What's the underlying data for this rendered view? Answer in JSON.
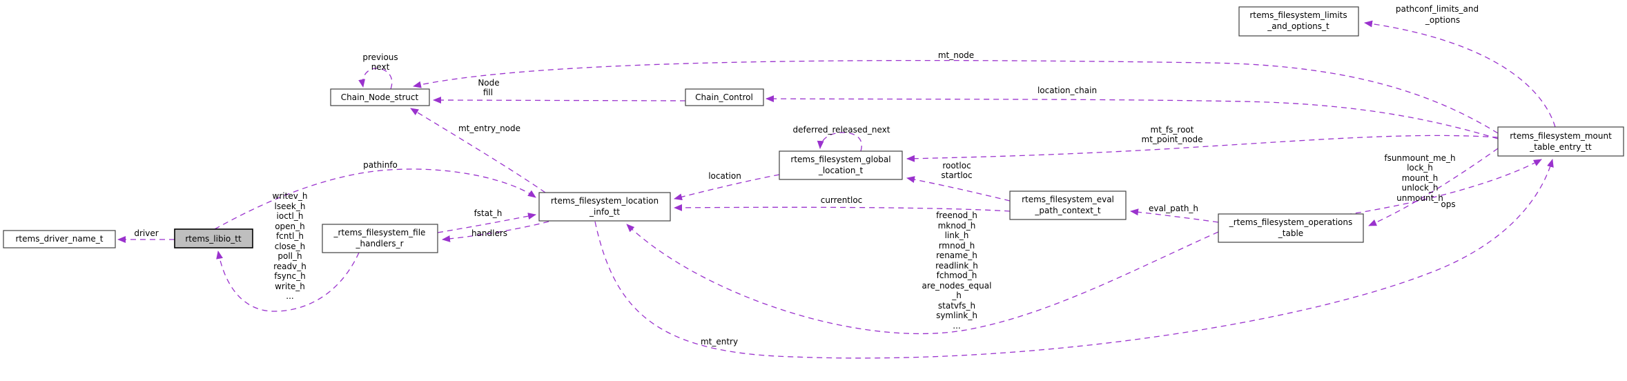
{
  "colors": {
    "edge": "#9a32cd",
    "node_border": "#404040",
    "node_fill": "#ffffff",
    "highlight_node_fill": "#bfbfbf",
    "background": "#ffffff",
    "text": "#000000"
  },
  "nodes": {
    "driver_name": {
      "label": "rtems_driver_name_t"
    },
    "libio": {
      "label": "rtems_libio_tt"
    },
    "file_handlers": {
      "line1": "_rtems_filesystem_file",
      "line2": "_handlers_r"
    },
    "chain_node": {
      "label": "Chain_Node_struct"
    },
    "chain_control": {
      "label": "Chain_Control"
    },
    "location_info": {
      "line1": "rtems_filesystem_location",
      "line2": "_info_tt"
    },
    "global_location": {
      "line1": "rtems_filesystem_global",
      "line2": "_location_t"
    },
    "eval_path_context": {
      "line1": "rtems_filesystem_eval",
      "line2": "_path_context_t"
    },
    "operations_table": {
      "line1": "_rtems_filesystem_operations",
      "line2": "_table"
    },
    "limits_options": {
      "line1": "rtems_filesystem_limits",
      "line2": "_and_options_t"
    },
    "mount_table_entry": {
      "line1": "rtems_filesystem_mount",
      "line2": "_table_entry_tt"
    }
  },
  "labels": {
    "driver": "driver",
    "previous": "previous",
    "next": "next",
    "node": "Node",
    "fill": "fill",
    "mt_node": "mt_node",
    "location_chain": "location_chain",
    "mt_entry_node": "mt_entry_node",
    "pathinfo": "pathinfo",
    "fstat_h": "fstat_h",
    "handlers": "handlers",
    "deferred_released_next": "deferred_released_next",
    "location": "location",
    "rootloc": "rootloc",
    "startloc": "startloc",
    "currentloc": "currentloc",
    "mt_fs_root": "mt_fs_root",
    "mt_point_node": "mt_point_node",
    "eval_path_h": "eval_path_h",
    "ops": "ops",
    "mt_entry": "mt_entry",
    "pathconf_line1": "pathconf_limits_and",
    "pathconf_line2": "_options",
    "libio_handler_list": [
      "writev_h",
      "lseek_h",
      "ioctl_h",
      "open_h",
      "fcntl_h",
      "close_h",
      "poll_h",
      "readv_h",
      "fsync_h",
      "write_h",
      "..."
    ],
    "ops_handler_list": [
      "freenod_h",
      "mknod_h",
      "link_h",
      "rmnod_h",
      "rename_h",
      "readlink_h",
      "fchmod_h",
      "are_nodes_equal",
      "_h",
      "statvfs_h",
      "symlink_h",
      "..."
    ],
    "mount_ops_list": [
      "fsunmount_me_h",
      "lock_h",
      "mount_h",
      "unlock_h",
      "unmount_h"
    ]
  }
}
